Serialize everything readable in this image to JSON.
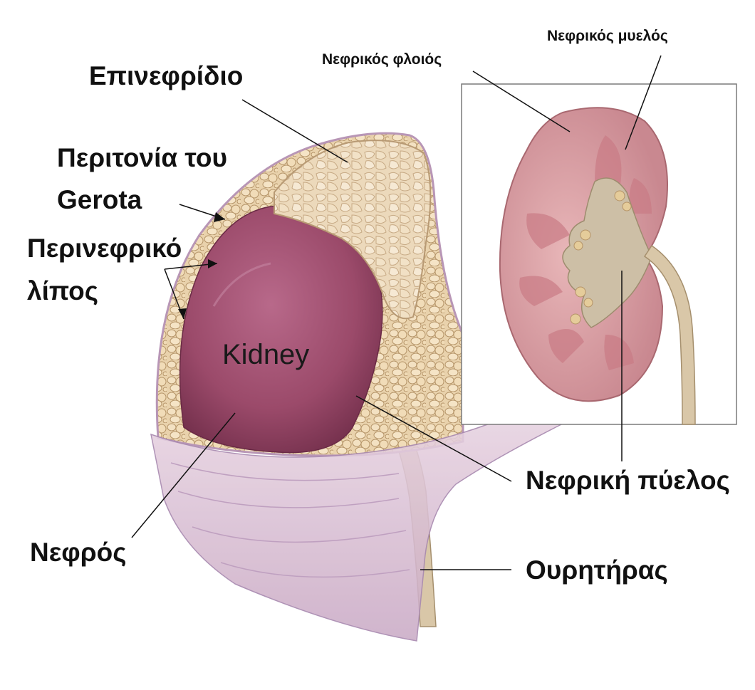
{
  "labels": {
    "adrenal": "Επινεφρίδιο",
    "gerota_line1": "Περιτονία του",
    "gerota_line2": "Gerota",
    "perirenal_line1": "Περινεφρικό",
    "perirenal_line2": "λίπος",
    "kidney": "Kidney",
    "kidney_greek": "Νεφρός",
    "renal_cortex": "Νεφρικός φλοιός",
    "renal_medulla": "Νεφρικός μυελός",
    "renal_pelvis": "Νεφρική πύελος",
    "ureter": "Ουρητήρας"
  },
  "colors": {
    "kidney": "#9b4a6a",
    "kidney_dark": "#7a3050",
    "fat": "#e8cfa8",
    "fat_outline": "#b99a70",
    "fascia": "#d9bfd0",
    "fascia_edge": "#a98ab0",
    "inset_border": "#7a7a7a",
    "section_cortex": "#d89aa2",
    "pelvis": "#cdbfa6"
  }
}
